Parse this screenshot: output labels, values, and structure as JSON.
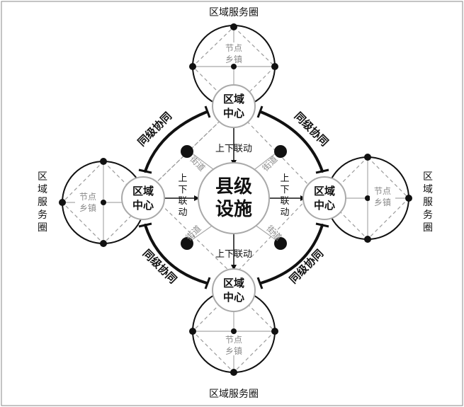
{
  "labels": {
    "county_line1": "县级",
    "county_line2": "设施",
    "region_line1": "区域",
    "region_line2": "中心",
    "service_circle": "区域服务圈",
    "service_circle_vertical": [
      "区",
      "域",
      "服",
      "务",
      "圈"
    ],
    "node_line1": "节点",
    "node_line2": "乡镇",
    "linkage": "上下联动",
    "linkage_vertical": [
      "上",
      "下",
      "联",
      "动"
    ],
    "collaboration": "同级协同",
    "street": "街道"
  },
  "colors": {
    "frame": "#8a8a8a",
    "outer_circle": "#111111",
    "gray_line": "#a9a9a9",
    "dash_line": "#9a9a9a",
    "gray_text": "#8a8a8a",
    "dark_text": "#111111"
  }
}
